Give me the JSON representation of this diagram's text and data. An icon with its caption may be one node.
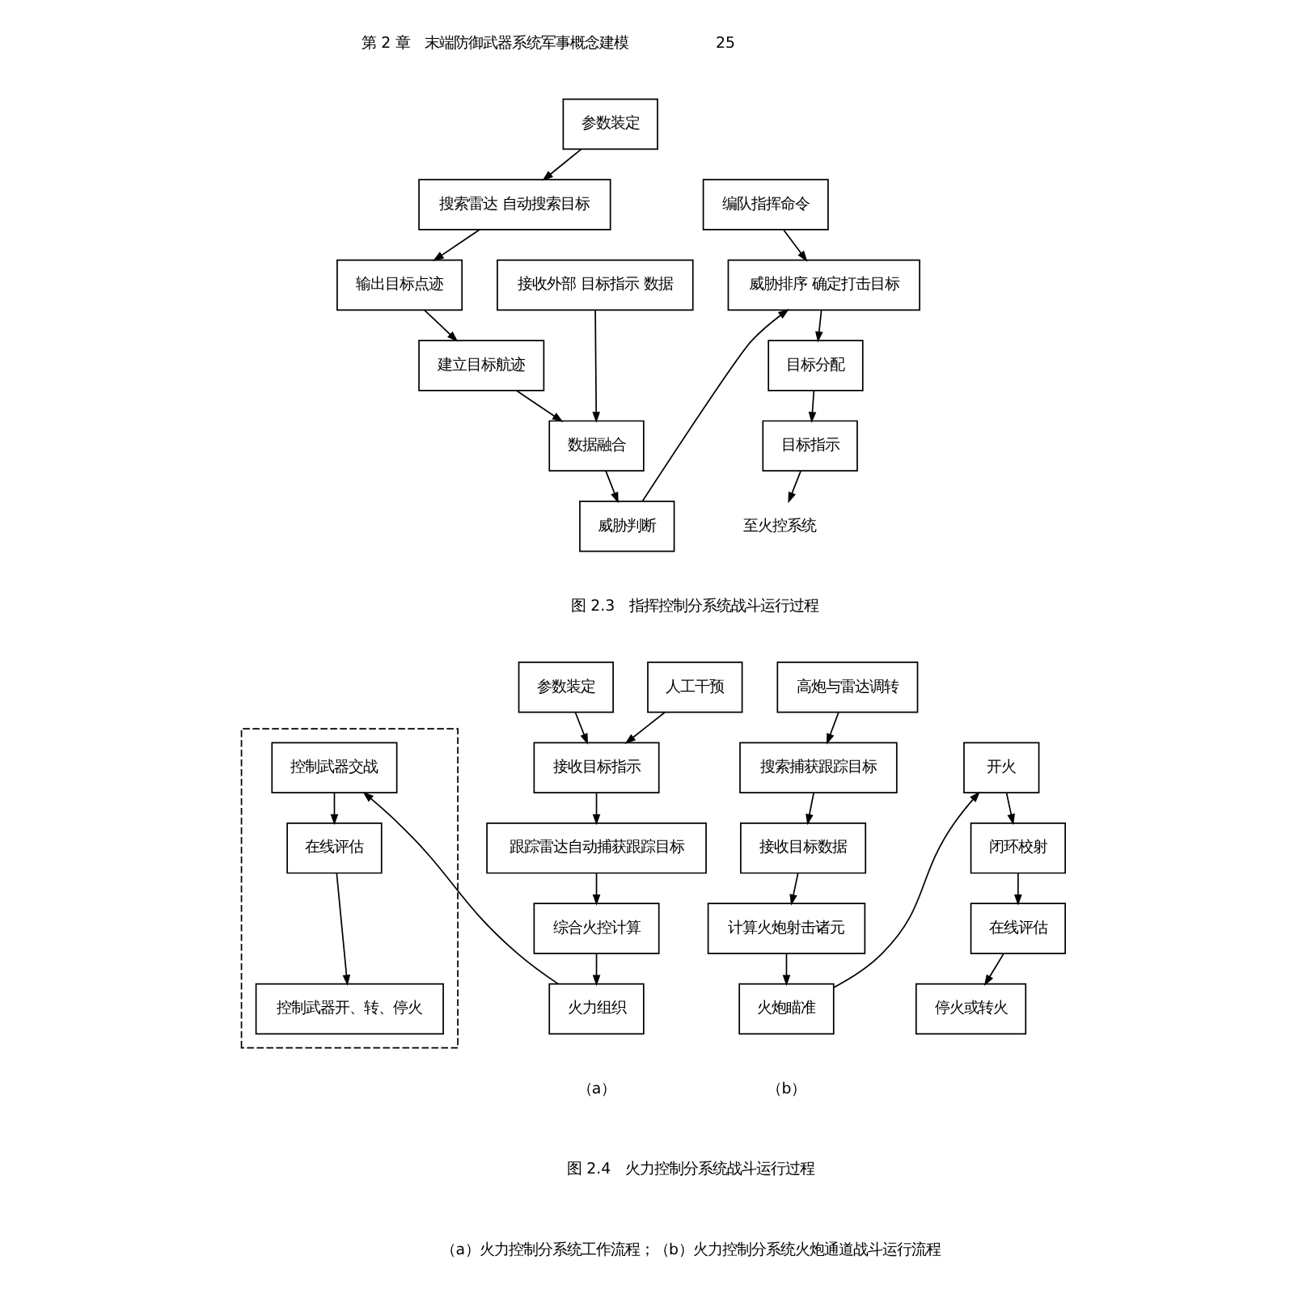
{
  "diagram": {
    "nodes": [
      {
        "text": [
          "参数装定"
        ]
      },
      {
        "text": [
          "搜索雷达 自动搜索目标"
        ]
      },
      {
        "text": [
          "输出目标点迹"
        ]
      },
      {
        "text": [
          "建立目标航迹"
        ]
      },
      {
        "text": [
          "接收外部 目标指示 数据"
        ]
      },
      {
        "text": [
          "数据融合"
        ]
      },
      {
        "text": [
          "威胁判断"
        ]
      },
      {
        "text": [
          "编队指挥命令"
        ]
      },
      {
        "text": [
          "威胁排序 确定打击目标"
        ]
      },
      {
        "text": [
          "目标分配"
        ]
      },
      {
        "text": [
          "目标指示"
        ]
      },
      {
        "text": [
          "至火控系统"
        ]
      },
      {
        "text": [
          "参数装定"
        ]
      },
      {
        "text": [
          "人工干预"
        ]
      },
      {
        "text": [
          "接收目标指示"
        ]
      },
      {
        "text": [
          "跟踪雷达自动捕获跟踪目标"
        ]
      },
      {
        "text": [
          "综合火控计算"
        ]
      },
      {
        "text": [
          "火力组织"
        ]
      },
      {
        "text": [],
        "shape": "box"
      },
      {
        "text": [
          "控制武器交战"
        ],
        "in": 18
      },
      {
        "text": [
          "在线评估"
        ],
        "in": 18
      },
      {
        "text": [
          "控制武器开、转、停火"
        ],
        "in": 18
      },
      {
        "text": [
          "高炮与雷达调转"
        ]
      },
      {
        "text": [
          "搜索捕获跟踪目标"
        ]
      },
      {
        "text": [
          "接收目标数据"
        ]
      },
      {
        "text": [
          "计算火炮射击诸元"
        ]
      },
      {
        "text": [
          "火炮瞄准"
        ]
      },
      {
        "text": [
          "开火"
        ]
      },
      {
        "text": [
          "闭环校射"
        ]
      },
      {
        "text": [
          "在线评估"
        ]
      },
      {
        "text": [
          "停火或转火"
        ]
      }
    ],
    "edges": [
      {
        "from": 0,
        "to": 1,
        "arrow": "to"
      },
      {
        "from": 1,
        "to": 2,
        "arrow": "to"
      },
      {
        "from": 2,
        "to": 3,
        "arrow": "to"
      },
      {
        "from": 3,
        "to": 5,
        "arrow": "to"
      },
      {
        "from": 4,
        "to": 5,
        "arrow": "to"
      },
      {
        "from": 5,
        "to": 6,
        "arrow": "to"
      },
      {
        "from": 6,
        "to": 8,
        "arrow": "to"
      },
      {
        "from": 7,
        "to": 8,
        "arrow": "to"
      },
      {
        "from": 8,
        "to": 9,
        "arrow": "to"
      },
      {
        "from": 9,
        "to": 10,
        "arrow": "to"
      },
      {
        "from": 10,
        "to": 11,
        "arrow": "to"
      },
      {
        "from": 12,
        "to": 14,
        "arrow": "to"
      },
      {
        "from": 13,
        "to": 14,
        "arrow": "to"
      },
      {
        "from": 14,
        "to": 15,
        "arrow": "to"
      },
      {
        "from": 15,
        "to": 16,
        "arrow": "to"
      },
      {
        "from": 16,
        "to": 17,
        "arrow": "to"
      },
      {
        "from": 17,
        "to": 19,
        "arrow": "to"
      },
      {
        "from": 19,
        "to": 20,
        "arrow": "to"
      },
      {
        "from": 20,
        "to": 21,
        "arrow": "to"
      },
      {
        "from": 22,
        "to": 23,
        "arrow": "to"
      },
      {
        "from": 23,
        "to": 24,
        "arrow": "to"
      },
      {
        "from": 24,
        "to": 25,
        "arrow": "to"
      },
      {
        "from": 25,
        "to": 26,
        "arrow": "to"
      },
      {
        "from": 26,
        "to": 27,
        "arrow": "to"
      },
      {
        "from": 27,
        "to": 28,
        "arrow": "to"
      },
      {
        "from": 28,
        "to": 29,
        "arrow": "to"
      },
      {
        "from": 29,
        "to": 30,
        "arrow": "to"
      }
    ],
    "labels": [
      "第 2 章　末端防御武器系统军事概念建模",
      "25",
      "图 2.3　指挥控制分系统战斗运行过程",
      "（a）",
      "（b）",
      "图 2.4　火力控制分系统战斗运行过程",
      "（a）火力控制分系统工作流程；（b）火力控制分系统火炮通道战斗运行流程"
    ]
  }
}
